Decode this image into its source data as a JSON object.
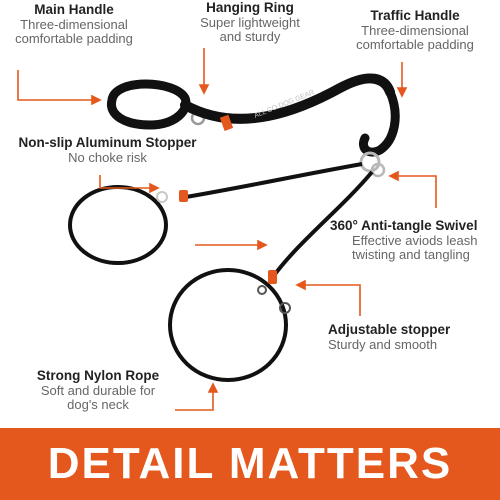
{
  "colors": {
    "accent": "#e4581d",
    "leash": "#111111",
    "label_title": "#222222",
    "label_sub": "#666666"
  },
  "labels": {
    "main_handle": {
      "title": "Main Handle",
      "sub1": "Three-dimensional",
      "sub2": "comfortable padding"
    },
    "hanging_ring": {
      "title": "Hanging Ring",
      "sub1": "Super lightweight",
      "sub2": "and sturdy"
    },
    "traffic_handle": {
      "title": "Traffic Handle",
      "sub1": "Three-dimensional",
      "sub2": "comfortable padding"
    },
    "stopper": {
      "title": "Non-slip Aluminum Stopper",
      "sub1": "No choke risk"
    },
    "swivel": {
      "title": "360° Anti-tangle Swivel",
      "sub1": "Effective aviods leash",
      "sub2": "twisting and tangling"
    },
    "adjustable": {
      "title": "Adjustable stopper",
      "sub1": "Sturdy and smooth"
    },
    "rope": {
      "title": "Strong Nylon Rope",
      "sub1": "Soft and durable for",
      "sub2": "dog's neck"
    }
  },
  "strap_text": "ALL CO  DOG GEAR",
  "banner": {
    "text": "DETAIL MATTERS"
  }
}
